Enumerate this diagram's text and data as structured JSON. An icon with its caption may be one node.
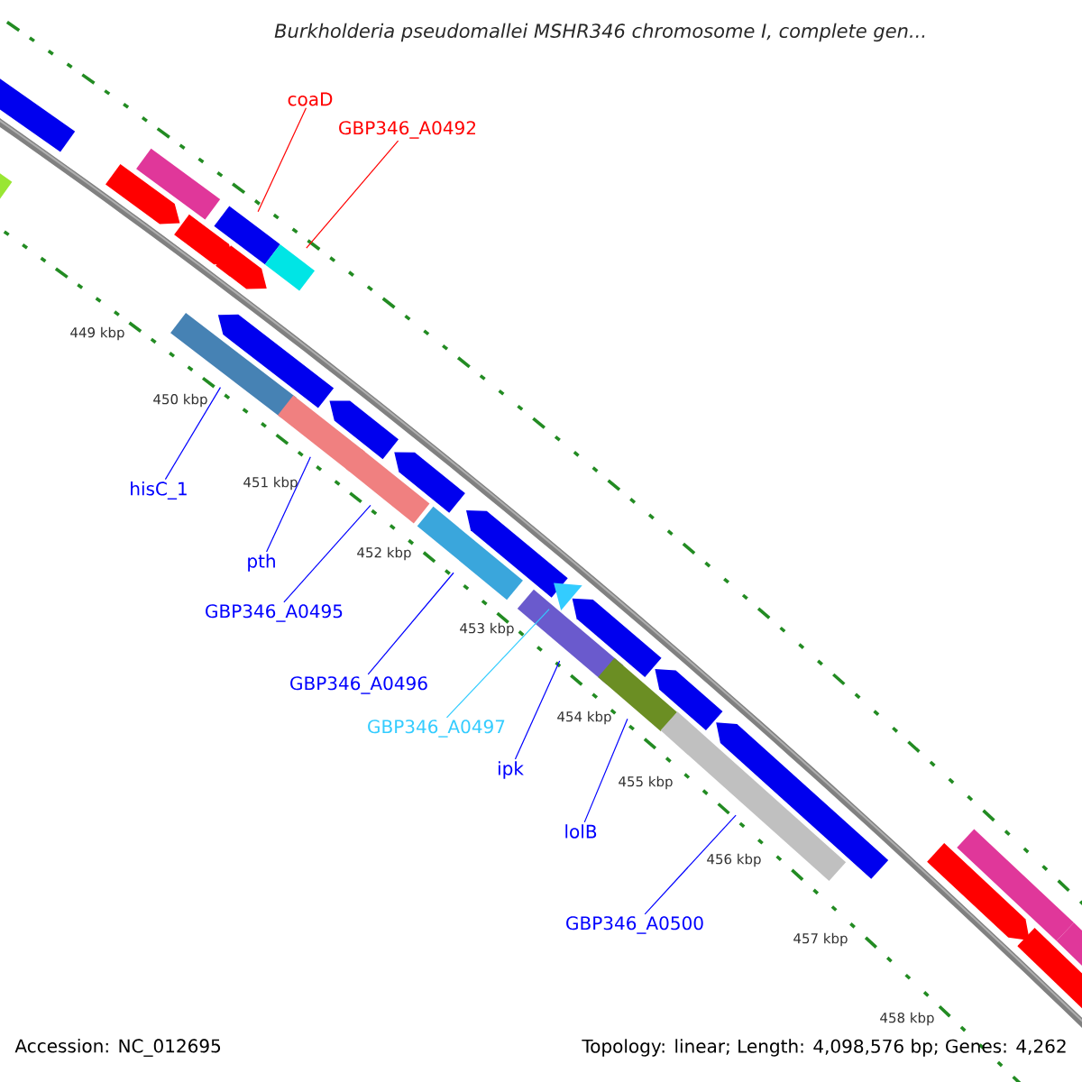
{
  "diagram": {
    "title": "Burkholderia pseudomallei MSHR346 chromosome I, complete gen...",
    "nodes": [
      {
        "text": [
          "coaD"
        ]
      },
      {
        "text": [
          "GBP346_A0492"
        ]
      },
      {
        "text": [
          "hisC_1"
        ]
      },
      {
        "text": [
          "pth"
        ]
      },
      {
        "text": [
          "GBP346_A0495"
        ]
      },
      {
        "text": [
          "GBP346_A0496"
        ]
      },
      {
        "text": [
          "GBP346_A0497"
        ]
      },
      {
        "text": [
          "ipk"
        ]
      },
      {
        "text": [
          "lolB"
        ]
      },
      {
        "text": [
          "GBP346_A0500"
        ]
      },
      {
        "text": [],
        "shape": "bar"
      },
      {
        "text": [],
        "shape": "bar"
      },
      {
        "text": [],
        "shape": "bar"
      },
      {
        "text": [],
        "shape": "bar"
      },
      {
        "text": [],
        "shape": "bar"
      },
      {
        "text": [],
        "shape": "bar"
      },
      {
        "text": [],
        "shape": "triangle"
      },
      {
        "text": [],
        "shape": "bar"
      },
      {
        "text": [],
        "shape": "bar"
      },
      {
        "text": [],
        "shape": "bar"
      }
    ],
    "edges": [
      {
        "from": 0,
        "to": 10,
        "arrow": "none",
        "color": "#ff0000"
      },
      {
        "from": 1,
        "to": 11,
        "arrow": "none",
        "color": "#ff0000"
      },
      {
        "from": 2,
        "to": 12,
        "arrow": "none"
      },
      {
        "from": 3,
        "to": 13,
        "arrow": "none"
      },
      {
        "from": 4,
        "to": 14,
        "arrow": "none"
      },
      {
        "from": 5,
        "to": 15,
        "arrow": "none"
      },
      {
        "from": 6,
        "to": 16,
        "arrow": "none",
        "color": "#33ccff"
      },
      {
        "from": 7,
        "to": 17,
        "arrow": "none"
      },
      {
        "from": 8,
        "to": 18,
        "arrow": "none"
      },
      {
        "from": 9,
        "to": 19,
        "arrow": "none"
      }
    ],
    "labels": [
      "449 kbp",
      "450 kbp",
      "451 kbp",
      "452 kbp",
      "453 kbp",
      "454 kbp",
      "455 kbp",
      "456 kbp",
      "457 kbp",
      "458 kbp",
      "Accession: NC_012695",
      "Topology: linear; Length: 4,098,576 bp; Genes: 4,262"
    ]
  }
}
